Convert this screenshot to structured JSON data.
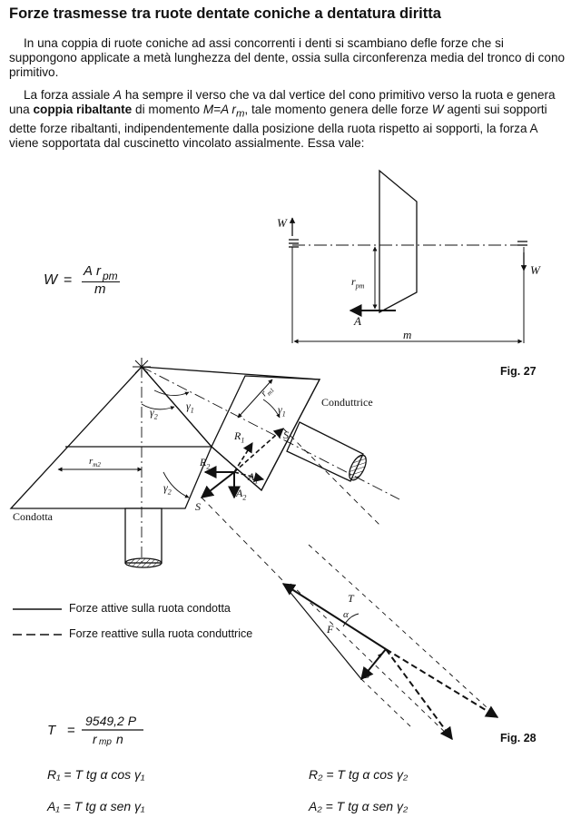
{
  "title": "Forze trasmesse tra ruote dentate coniche a dentatura diritta",
  "paragraph1": "In una coppia di ruote coniche ad assi concorrenti i denti si scambiano defle forze che si suppongono applicate a metà lunghezza del dente, ossia sulla circonferenza media del tronco di cono primitivo.",
  "paragraph2_a": "La forza assiale ",
  "paragraph2_A": "A",
  "paragraph2_b": " ha sempre il verso che va dal vertice del cono primitivo verso la ruota e genera una ",
  "paragraph2_bold": "coppia ribaltante",
  "paragraph2_c": " di momento ",
  "paragraph2_M": "M=A r",
  "paragraph2_msub": "m",
  "paragraph2_d": ", tale momento genera delle forze ",
  "paragraph2_W": "W",
  "paragraph2_e": " agenti sui sopporti dette forze ribaltanti, indipendentemente dalla posizione della ruota rispetto ai sopporti, la forza A viene sopportata dal cuscinetto vincolato assialmente. Essa vale:",
  "formula_W": {
    "lhs": "W",
    "eq": "=",
    "num_A": "A",
    "num_r": "r",
    "num_sub": "pm",
    "den": "m"
  },
  "fig27": {
    "label": "Fig. 27",
    "W_left": "W",
    "W_right": "W",
    "r_label": "r",
    "r_sub": "pm",
    "A_label": "A",
    "m_label": "m"
  },
  "fig28": {
    "label": "Fig. 28",
    "conduttrice": "Conduttrice",
    "condotta": "Condotta",
    "rm1": "r",
    "rm1_sub": "m1",
    "rm2": "r",
    "rm2_sub": "m2",
    "gamma1": "γ",
    "gamma1_sub": "1",
    "gamma2": "γ",
    "gamma2_sub": "2",
    "R1": "R",
    "R1_sub": "1",
    "R2": "R",
    "R2_sub": "2",
    "A1": "A",
    "A1_sub": "1",
    "A2": "A",
    "A2_sub": "2",
    "S": "S",
    "T": "T",
    "F": "F",
    "alpha": "α"
  },
  "legend": {
    "solid": "Forze attive sulla ruota condotta",
    "dashed": "Forze reattive sulla ruota conduttrice"
  },
  "equations": {
    "T_lhs": "T",
    "T_num": "9549,2 P",
    "T_den_r": "r",
    "T_den_sub": "mp",
    "T_den_n": "n",
    "R1": "R₁ = T tg α cos γ₁",
    "R2": "R₂ = T tg α cos γ₂",
    "A1": "A₁ = T tg α sen γ₁",
    "A2": "A₂ = T tg α sen γ₂"
  }
}
